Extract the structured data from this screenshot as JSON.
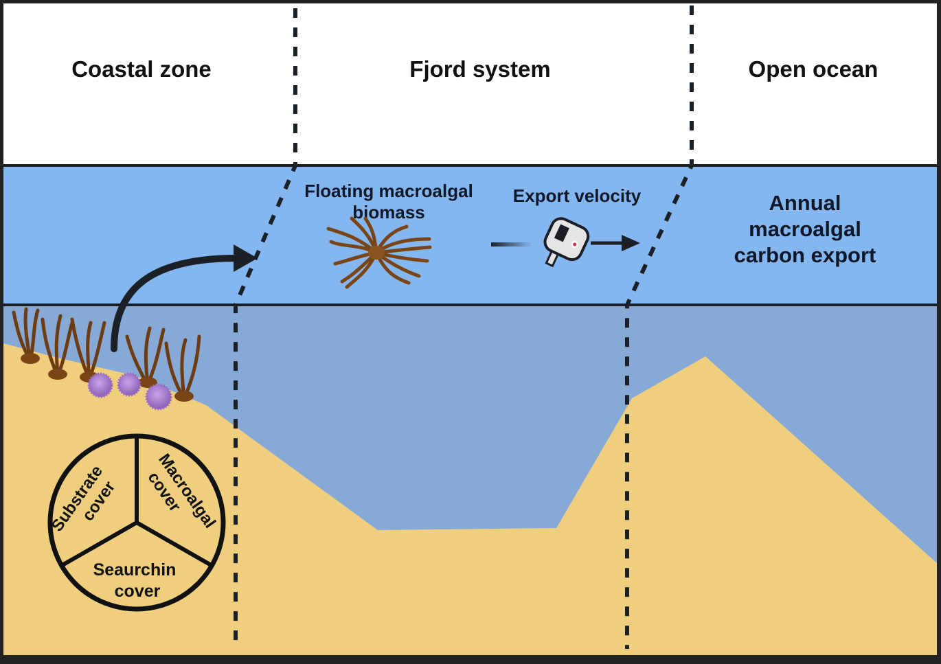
{
  "zones": [
    {
      "id": "coastal",
      "title": "Coastal zone"
    },
    {
      "id": "fjord",
      "title": "Fjord system"
    },
    {
      "id": "ocean",
      "title": "Open ocean"
    }
  ],
  "labels": {
    "floating_biomass": [
      "Floating macroalgal",
      "biomass"
    ],
    "export_velocity": "Export velocity",
    "annual_export": [
      "Annual",
      "macroalgal",
      "carbon export"
    ]
  },
  "cover_pie": {
    "segments": [
      {
        "id": "substrate",
        "lines": [
          "Substrate",
          "cover"
        ]
      },
      {
        "id": "macroalgal",
        "lines": [
          "Macroalgal",
          "cover"
        ]
      },
      {
        "id": "seaurchin",
        "lines": [
          "Seaurchin",
          "cover"
        ]
      }
    ]
  },
  "icons": {
    "kelp_forest": "kelp-icon",
    "sea_urchin": "sea-urchin-icon",
    "floating_kelp": "floating-kelp-icon",
    "current_meter": "current-meter-icon",
    "transport_arrow": "arrow-right-icon"
  },
  "colors": {
    "sky": "#ffffff",
    "surface_water": "#84b6f0",
    "deep_water": "#86a9d6",
    "seabed": "#efcf7e",
    "line": "#1b1f26",
    "kelp": "#7a4516",
    "urchin": "#a77bd0",
    "frame": "#222222"
  }
}
